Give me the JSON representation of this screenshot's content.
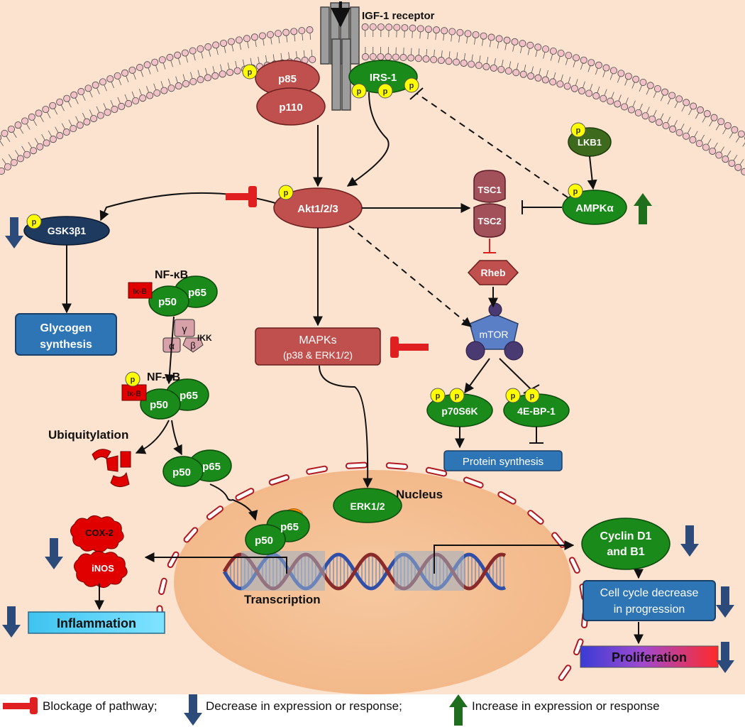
{
  "colors": {
    "background": "#fbe3cf",
    "membrane_head": "#f2c1c8",
    "protein_red": "#c0504d",
    "protein_green": "#1a8a1a",
    "protein_navy": "#1f3a5f",
    "phospho": "#ffff00",
    "box_blue": "#2e75b6",
    "block_red": "#e02020",
    "down_arrow": "#2c4a7a",
    "up_arrow": "#1e6e1e",
    "nucleus": "#f6c8a0"
  },
  "phospho_label": "p",
  "receptor": {
    "label": "IGF-1 receptor"
  },
  "pi3k": {
    "p85": "p85",
    "p110": "p110"
  },
  "irs1": {
    "label": "IRS-1"
  },
  "lkb1": {
    "label": "LKB1"
  },
  "ampk": {
    "label": "AMPKα"
  },
  "akt": {
    "label": "Akt1/2/3"
  },
  "gsk": {
    "label": "GSK3β1"
  },
  "glycogen": {
    "line1": "Glycogen",
    "line2": "synthesis"
  },
  "tsc": {
    "tsc1": "TSC1",
    "tsc2": "TSC2"
  },
  "rheb": {
    "label": "Rheb"
  },
  "mtor": {
    "label": "mTOR"
  },
  "mapks": {
    "line1": "MAPKs",
    "line2": "(p38 & ERK1/2)"
  },
  "p70s6k": {
    "label": "p70S6K"
  },
  "bp1": {
    "label": "4E-BP-1"
  },
  "protein_synthesis": {
    "label": "Protein synthesis"
  },
  "nfkb": {
    "title_top": "NF-κB",
    "title_mid": "NF-κB",
    "ikb": "Iκ-B",
    "p50": "p50",
    "p65": "p65",
    "ikk": "IKK",
    "alpha": "α",
    "beta": "β",
    "gamma": "γ"
  },
  "ubiquitylation": {
    "label": "Ubiquitylation"
  },
  "nucleus": {
    "label": "Nucleus"
  },
  "erk": {
    "label": "ERK1/2"
  },
  "cox2": {
    "label": "COX-2"
  },
  "inos": {
    "label": "iNOS"
  },
  "inflammation": {
    "label": "Inflammation"
  },
  "transcription": {
    "label": "Transcription"
  },
  "cyclin": {
    "line1": "Cyclin D1",
    "line2": "and B1"
  },
  "cell_cycle": {
    "line1": "Cell cycle  decrease",
    "line2": "in progression"
  },
  "proliferation": {
    "label": "Proliferation"
  },
  "legend": {
    "blockage": "Blockage of pathway;",
    "decrease": "Decrease in expression or response;",
    "increase": "Increase in expression or response"
  }
}
